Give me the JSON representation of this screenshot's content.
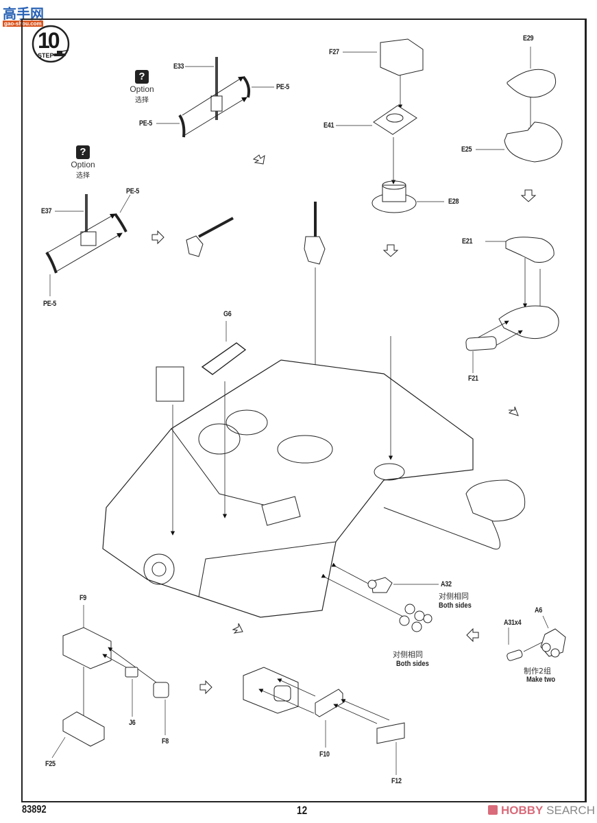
{
  "watermark_top": {
    "site_name": "高手网",
    "site_url": "gao-shou.com"
  },
  "step": {
    "number": "10",
    "label": "STEP"
  },
  "options": [
    {
      "icon": "?",
      "label_en": "Option",
      "label_cn": "选择"
    },
    {
      "icon": "?",
      "label_en": "Option",
      "label_cn": "选择"
    }
  ],
  "parts": {
    "E33": "E33",
    "PE5_a": "PE-5",
    "PE5_b": "PE-5",
    "E37": "E37",
    "PE5_c": "PE-5",
    "PE5_d": "PE-5",
    "F27": "F27",
    "E41": "E41",
    "E28": "E28",
    "E29": "E29",
    "E25": "E25",
    "E21": "E21",
    "F21": "F21",
    "G6": "G6",
    "A32": "A32",
    "A31x4": "A31x4",
    "A6": "A6",
    "F9": "F9",
    "J6": "J6",
    "F8": "F8",
    "F25": "F25",
    "F10": "F10",
    "F12": "F12"
  },
  "notes": {
    "a32_cn": "对侧相同",
    "a32_en": "Both sides",
    "cluster_cn": "对侧相同",
    "cluster_en": "Both sides",
    "make_two_cn": "制作2组",
    "make_two_en": "Make two"
  },
  "footer": {
    "kit_number": "83892",
    "page_number": "12",
    "watermark_brand": "HOBBY",
    "watermark_word": "SEARCH"
  }
}
